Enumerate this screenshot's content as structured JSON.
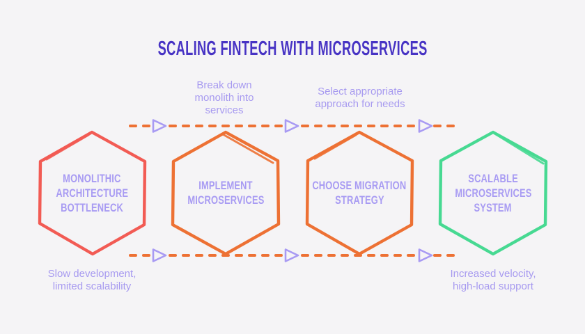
{
  "title": "SCALING FINTECH WITH MICROSERVICES",
  "colors": {
    "background": "#f5f4f6",
    "title_text": "#4733c4",
    "node_label_text": "#a89bf3",
    "annotation_text": "#a79af0",
    "node_stroke_red": "#f25b54",
    "node_stroke_orange": "#ed7134",
    "node_stroke_green": "#47d992",
    "arrow_dash": "#ed7134",
    "arrow_head": "#a89af3"
  },
  "nodes": [
    {
      "id": "monolithic-architecture-bottleneck",
      "color": "#f25b54",
      "lines": [
        "MONOLITHIC",
        "ARCHITECTURE",
        "BOTTLENECK"
      ]
    },
    {
      "id": "implement-microservices",
      "color": "#ed7134",
      "lines": [
        "IMPLEMENT",
        "MICROSERVICES"
      ]
    },
    {
      "id": "choose-migration-strategy",
      "color": "#ed7134",
      "lines": [
        "CHOOSE MIGRATION",
        "STRATEGY"
      ]
    },
    {
      "id": "scalable-microservices-system",
      "color": "#47d992",
      "lines": [
        "SCALABLE",
        "MICROSERVICES",
        "SYSTEM"
      ]
    }
  ],
  "annotations": {
    "top_1": {
      "line1": "Break down",
      "line2": "monolith into",
      "line3": "services"
    },
    "top_2": {
      "line1": "Select appropriate",
      "line2": "approach for needs"
    },
    "bottom_1": {
      "line1": "Slow development,",
      "line2": "limited scalability"
    },
    "bottom_2": {
      "line1": "Increased velocity,",
      "line2": "high-load support"
    }
  }
}
